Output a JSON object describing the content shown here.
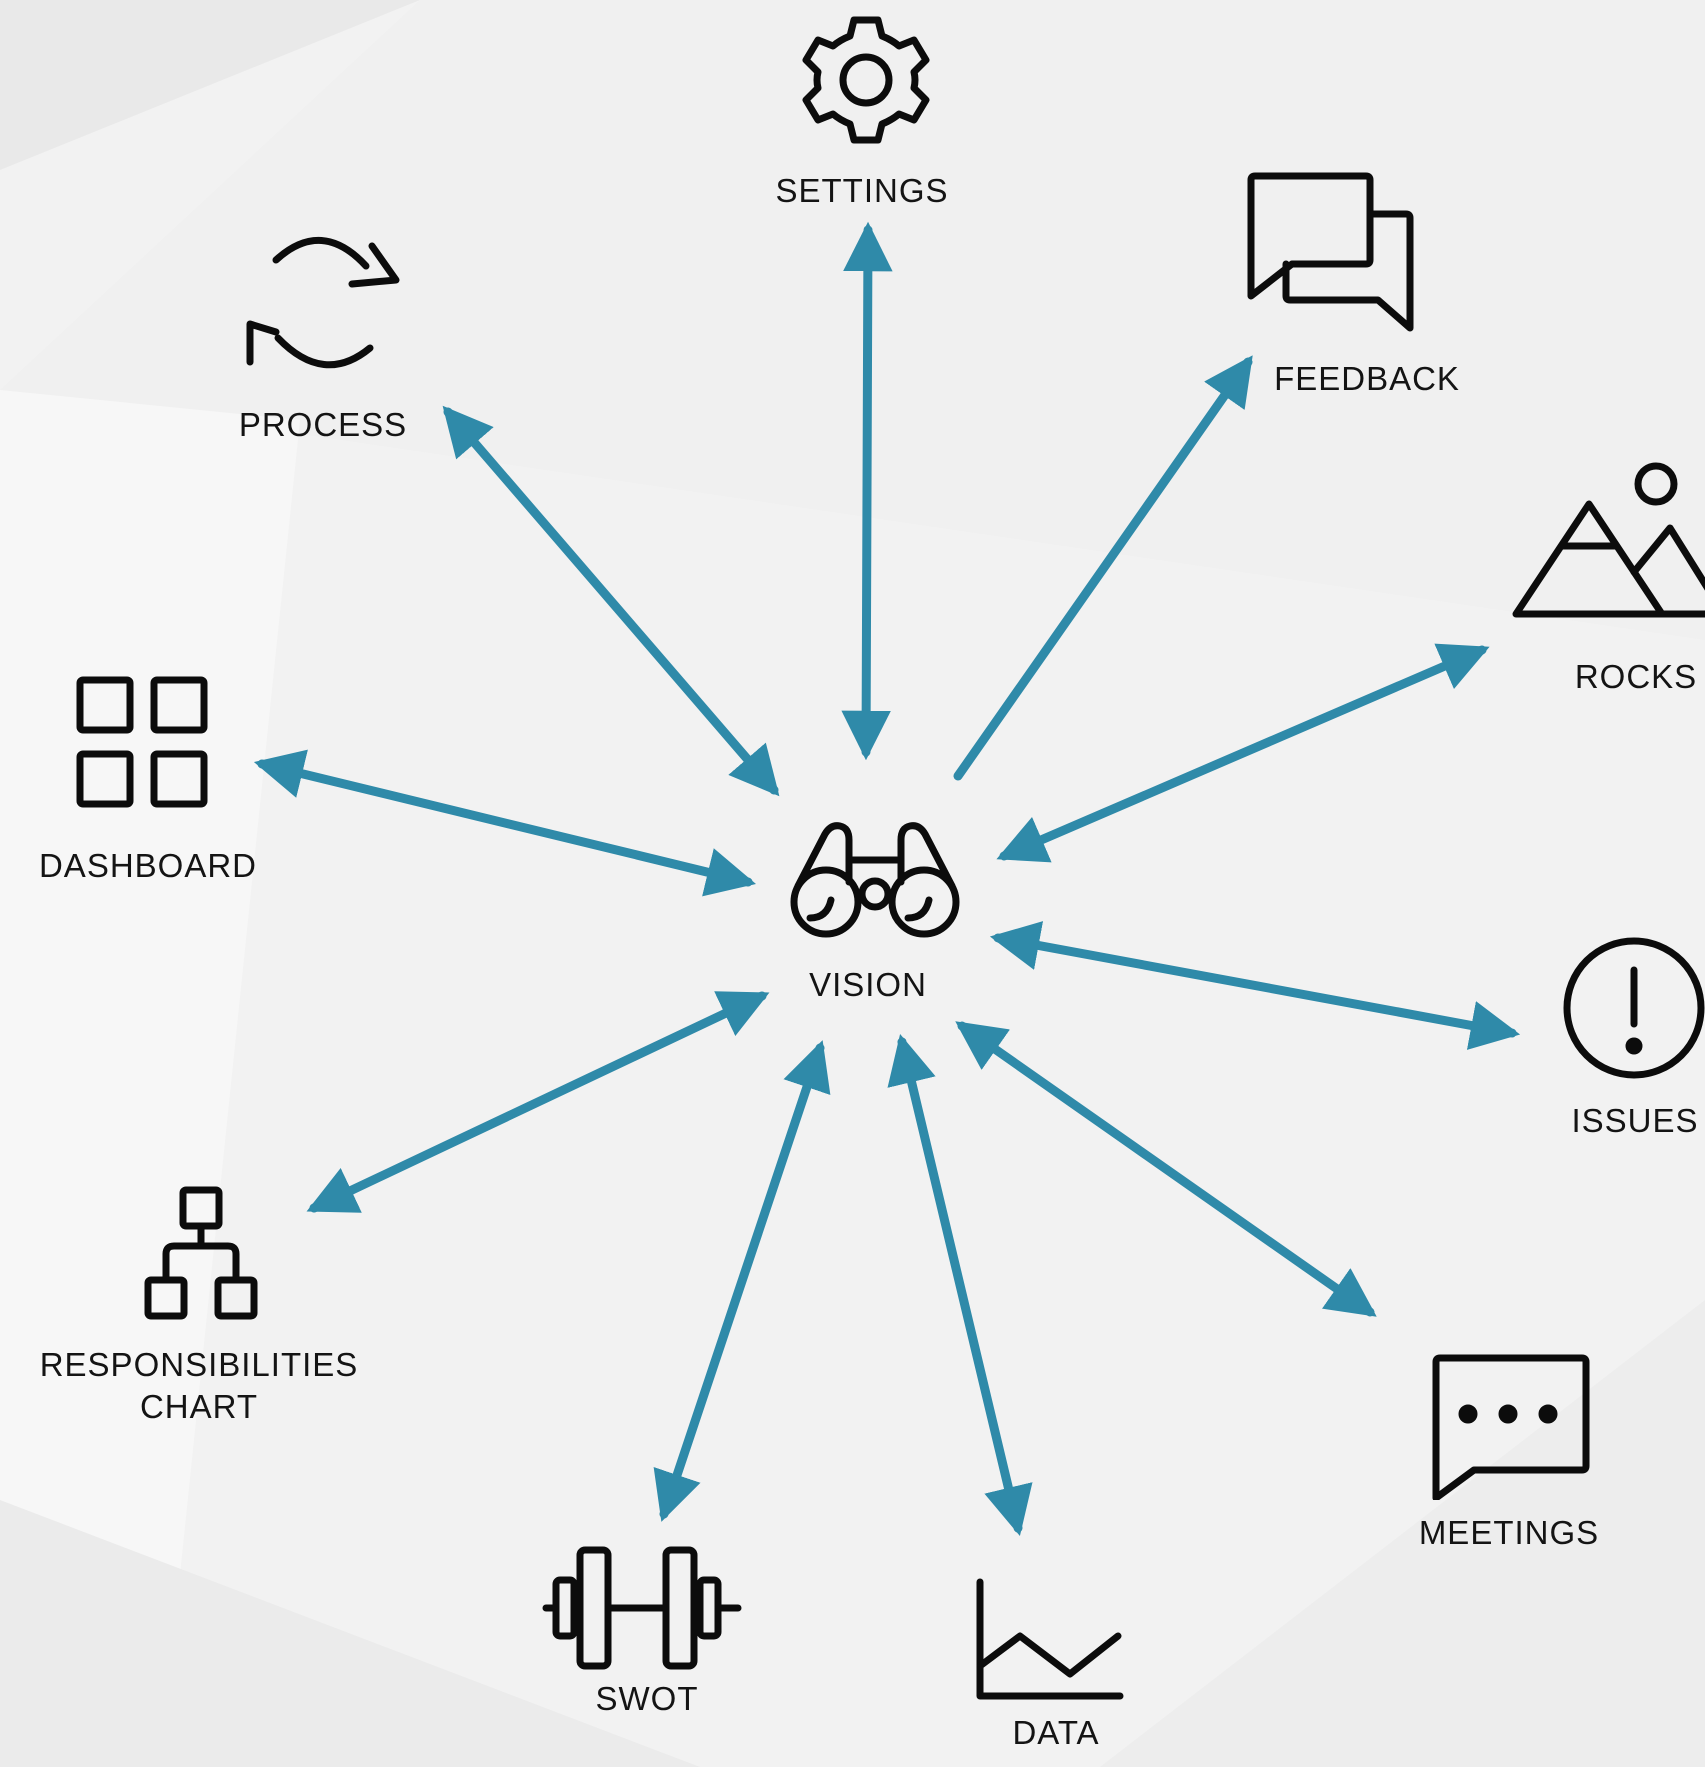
{
  "hub": {
    "label": "VISION",
    "icon": "binoculars-icon"
  },
  "nodes": {
    "settings": {
      "label": "SETTINGS",
      "icon": "gear-icon"
    },
    "feedback": {
      "label": "FEEDBACK",
      "icon": "chat-bubbles-icon"
    },
    "rocks": {
      "label": "ROCKS",
      "icon": "mountains-icon"
    },
    "issues": {
      "label": "ISSUES",
      "icon": "exclamation-circle-icon"
    },
    "meetings": {
      "label": "MEETINGS",
      "icon": "message-dots-icon"
    },
    "data": {
      "label": "DATA",
      "icon": "line-chart-icon"
    },
    "swot": {
      "label": "SWOT",
      "icon": "dumbbell-icon"
    },
    "responsibilities": {
      "label_line1": "RESPONSIBILITIES",
      "label_line2": "CHART",
      "icon": "org-chart-icon"
    },
    "dashboard": {
      "label": "DASHBOARD",
      "icon": "grid-icon"
    },
    "process": {
      "label": "PROCESS",
      "icon": "refresh-icon"
    }
  },
  "colors": {
    "arrow": "#2f8aa9",
    "icon": "#0c0c0c",
    "text": "#141414",
    "background": "#f2f2f2"
  }
}
